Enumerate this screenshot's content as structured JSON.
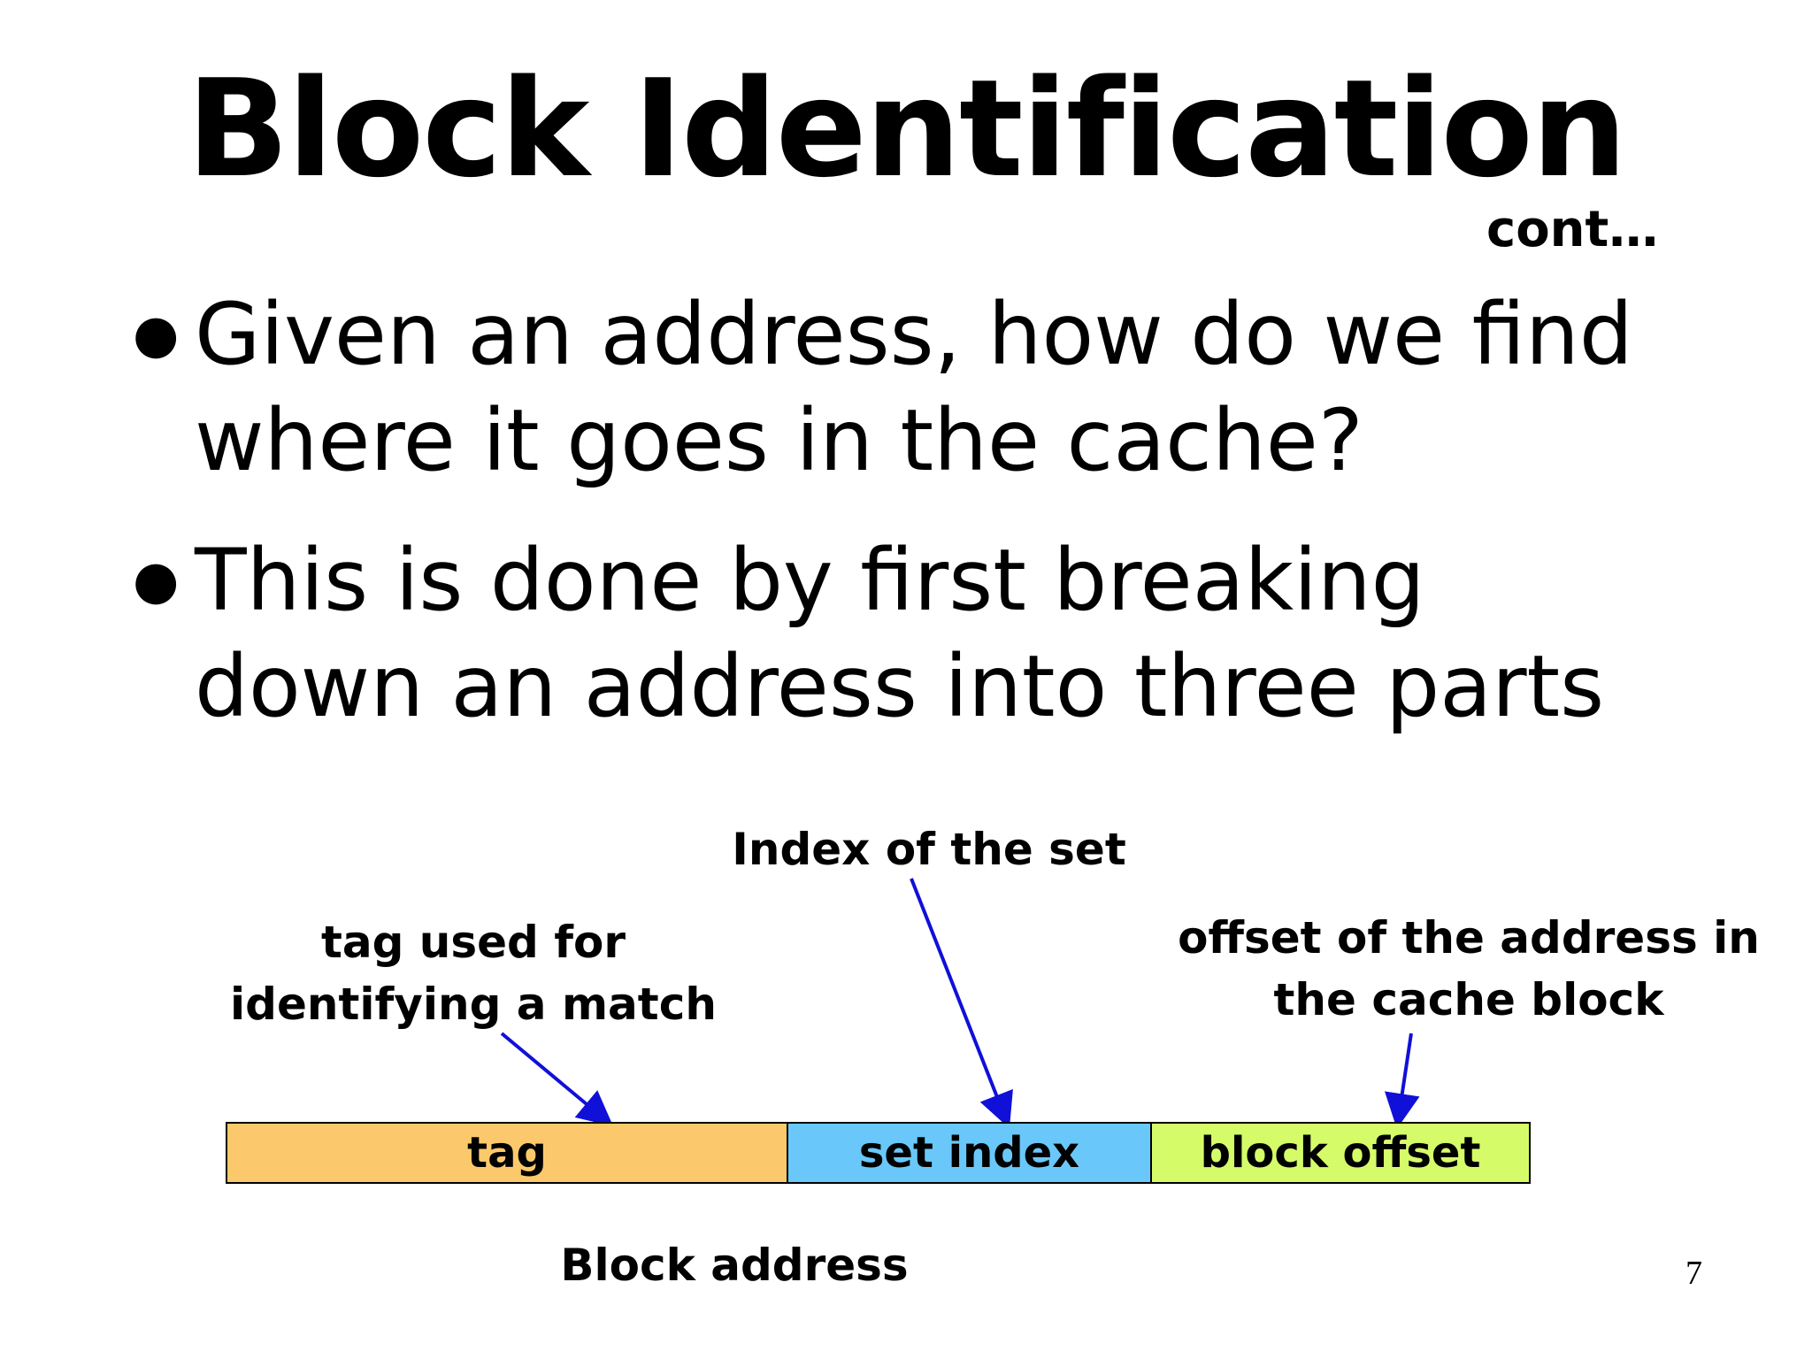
{
  "slide": {
    "title": "Block Identification",
    "continuation": "cont…",
    "bullets": [
      {
        "lines": [
          "Given an address, how do we find",
          "where it goes in the cache?"
        ]
      },
      {
        "lines": [
          "This is done by first breaking",
          "down an address into three parts"
        ]
      }
    ],
    "bullet_glyph": "●",
    "page_number": "7"
  },
  "diagram": {
    "labels": {
      "index": "Index of the set",
      "tag_lines": [
        "tag used for",
        "identifying a match"
      ],
      "offset_lines": [
        "offset of the address in",
        "the cache block"
      ]
    },
    "fields": {
      "tag": "tag",
      "set_index": "set index",
      "block_offset": "block offset"
    },
    "block_address_label": "Block address",
    "colors": {
      "tag": "#fbc96b",
      "set_index": "#69c8f9",
      "block_offset": "#d5fb69",
      "arrow": "#1010d8"
    }
  }
}
